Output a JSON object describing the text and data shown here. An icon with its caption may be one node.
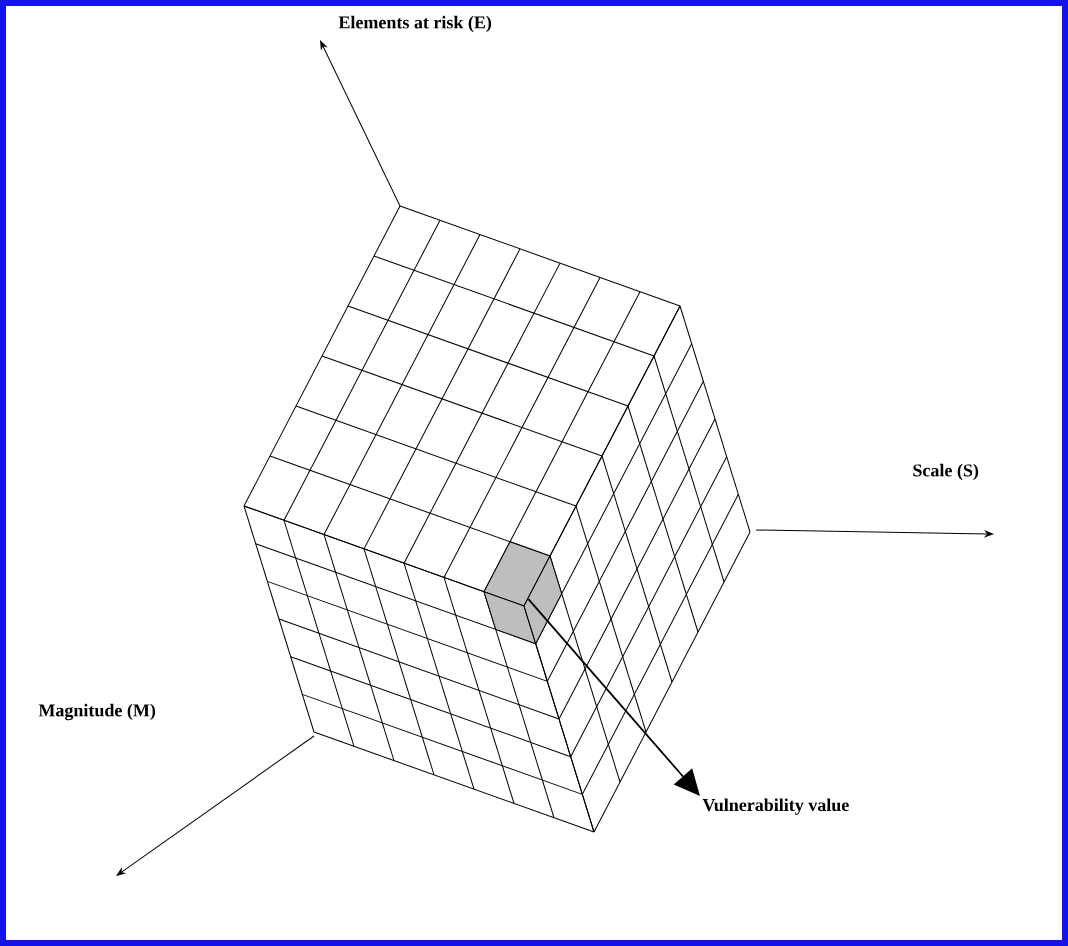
{
  "diagram": {
    "nodes": [
      {
        "text": [],
        "shape": "box"
      },
      {
        "text": [
          "Vulnerability value"
        ]
      }
    ],
    "edges": [
      {
        "from": 0,
        "to": 1,
        "arrow": "to"
      }
    ],
    "labels": [
      "Elements at risk (E)",
      "Scale (S)",
      "Magnitude (M)"
    ]
  }
}
